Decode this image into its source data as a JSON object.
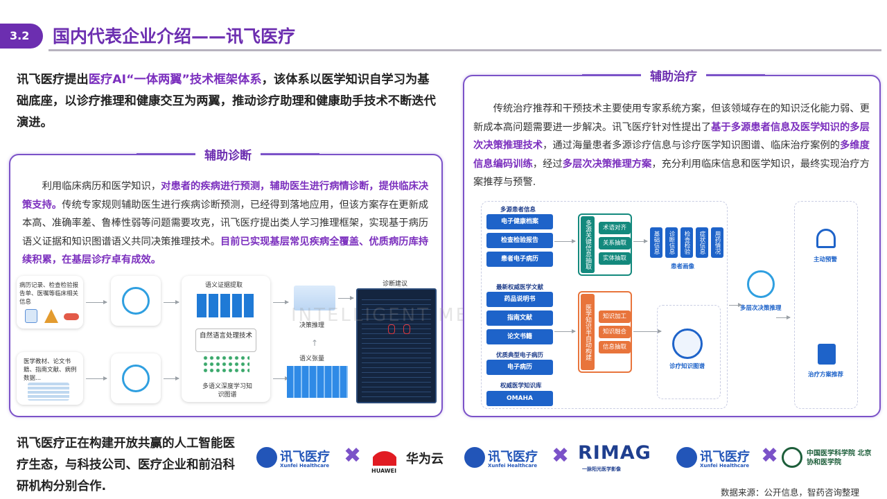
{
  "header": {
    "section_number": "3.2",
    "title": "国内代表企业介绍——讯飞医疗"
  },
  "intro": {
    "p1": "讯飞医疗提出",
    "h1": "医疗AI“一体两翼”技术框架体系",
    "p2": "，该体系以医学知识自学习为基础底座，以诊疗推理和健康交互为两翼，推动诊疗助理和健康助手技术不断迭代演进。"
  },
  "diagnosis": {
    "title": "辅助诊断",
    "t1": "利用临床病历和医学知识，",
    "b1": "对患者的疾病进行预测，辅助医生进行病情诊断，提供临床决策支持。",
    "t2": "传统专家规则辅助医生进行疾病诊断预测，已经得到落地应用，但该方案存在更新成本高、准确率差、鲁棒性弱等问题需要攻克，讯飞医疗提出类人学习推理框架，实现基于病历语义证据和知识图谱语义共同决策推理技术。",
    "b2": "目前已实现基层常见疾病全覆盖、优质病历库持续积累，在基层诊疗卓有成效。",
    "fig": {
      "src1": "病历记录、检查检验报告单、医嘱等临床相关信息",
      "src2": "医学教材、论文书籍、指南文献、病例数据...",
      "semantic": "语义证据提取",
      "nlp": "自然语言处理技术",
      "kg": "多语义深度学习知识图谱",
      "decision_in": "决策推理",
      "tensor": "语义张量",
      "result": "诊断建议"
    }
  },
  "treatment": {
    "title": "辅助治疗",
    "t1": "传统治疗推荐和干预技术主要使用专家系统方案，但该领域存在的知识泛化能力弱、更新成本高问题需要进一步解决。讯飞医疗针对性提出了",
    "b1": "基于多源患者信息及医学知识的多层次决策推理技术",
    "t2": "，通过海量患者多源诊疗信息与诊疗医学知识图谱、临床治疗案例的",
    "b2": "多维度信息编码训练",
    "t3": "，经过",
    "b3": "多层次决策推理方案",
    "t4": "，充分利用临床信息和医学知识，最终实现治疗方案推荐与预警.",
    "fig": {
      "sec1": "多源患者信息",
      "s1": [
        "电子健康档案",
        "检查检验报告",
        "患者电子病历"
      ],
      "extract": "多源关键信息抽取",
      "g": [
        "术语对齐",
        "关系抽取",
        "实体抽取"
      ],
      "portrait": [
        "基础信息",
        "诊断信息",
        "检查检验",
        "症状信息",
        "用药情况"
      ],
      "portrait_label": "患者画像",
      "sec2": "最新权威医学文献",
      "s2": [
        "药品说明书",
        "指南文献",
        "论文书籍"
      ],
      "sec3": "优质典型电子病历",
      "s3": "电子病历",
      "sec4": "权威医学知识库",
      "s4": "OMAHA",
      "build": "医学知识半自动构建",
      "o": [
        "知识加工",
        "知识融合",
        "信息抽取"
      ],
      "kg": "诊疗知识图谱",
      "multi": "多层次决策推理",
      "warn": "主动预警",
      "recommend": "治疗方案推荐"
    }
  },
  "footer": {
    "text": "讯飞医疗正在构建开放共赢的人工智能医疗生态，与科技公司、医疗企业和前沿科研机构分别合作.",
    "source": "数据来源：公开信息，智药咨询整理"
  },
  "partners": {
    "xunfei": "讯飞医疗",
    "xunfei_en": "Xunfei Healthcare",
    "huawei": "华为云",
    "huawei_en": "HUAWEI",
    "rimag": "RIMAG",
    "rimag_cn": "一脉阳光医学影像",
    "pumc": "中国医学科学院 北京协和医学院"
  },
  "watermark": "INTELLIGENT MEDICINE BUREAU",
  "colors": {
    "accent": "#6c2eb0",
    "blue": "#1e63c9",
    "green": "#13897d",
    "orange": "#e8743b"
  }
}
